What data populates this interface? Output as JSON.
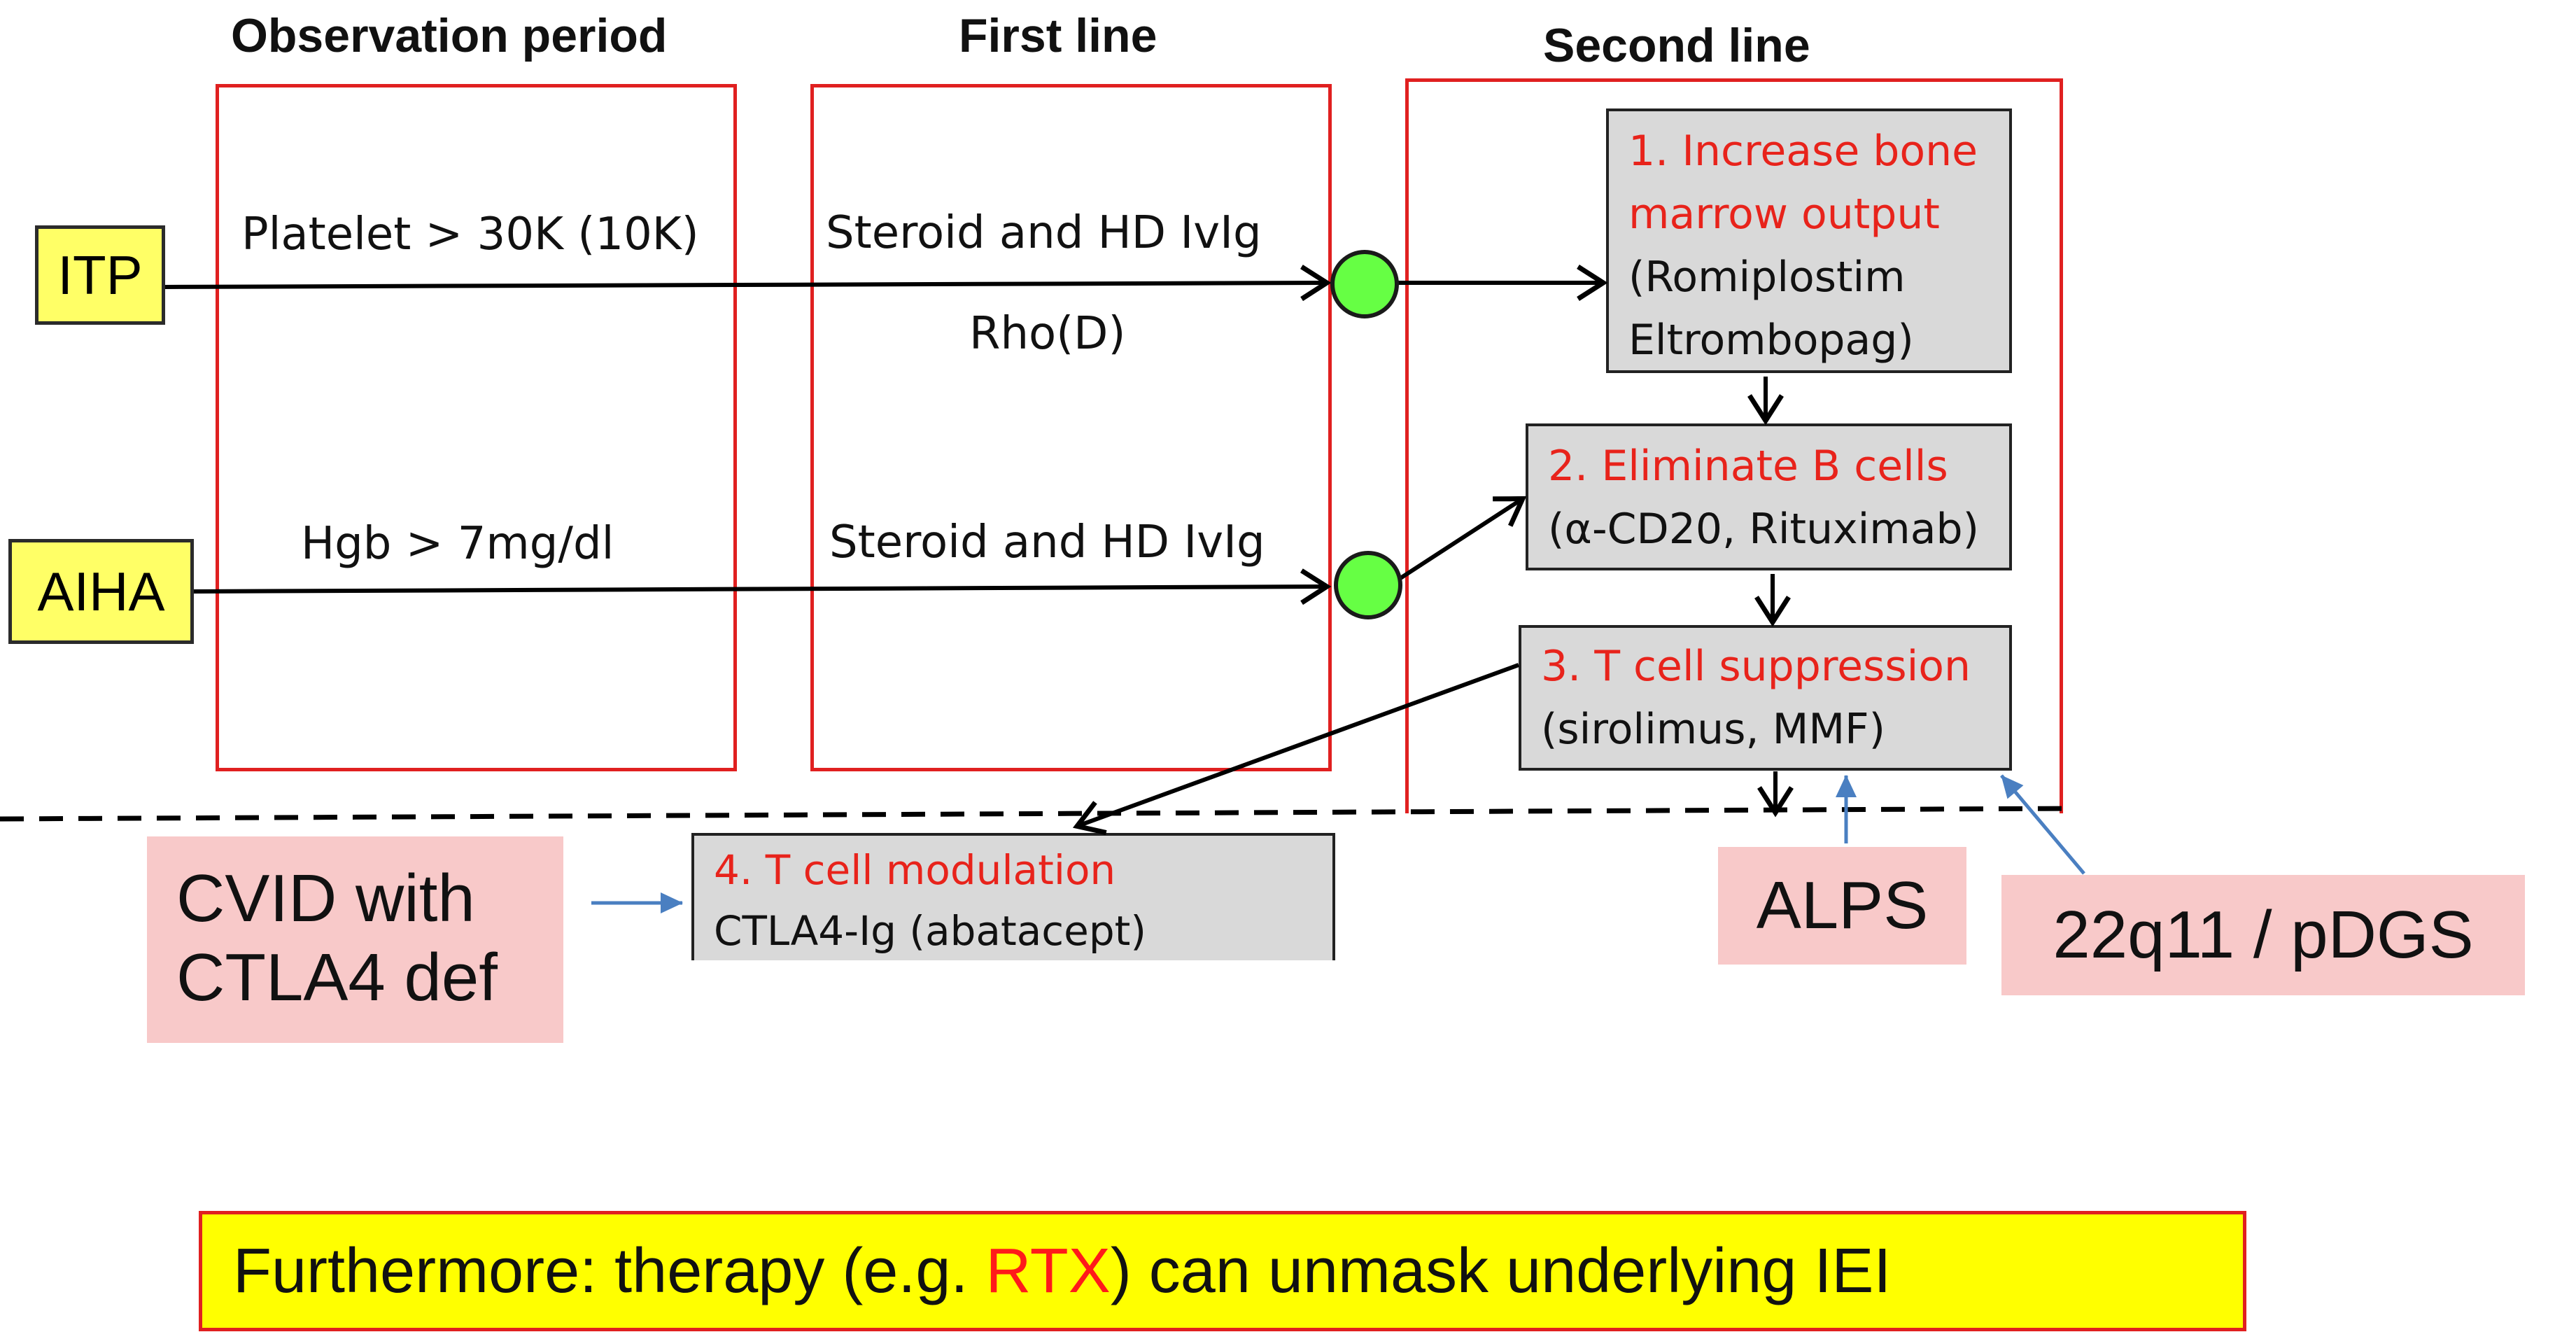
{
  "headers": {
    "observation": "Observation period",
    "first_line": "First line",
    "second_line": "Second line"
  },
  "inputs": {
    "itp": "ITP",
    "aiha": "AIHA"
  },
  "observation": {
    "itp_threshold": "Platelet > 30K (10K)",
    "aiha_threshold": "Hgb > 7mg/dl"
  },
  "first_line": {
    "itp_therapy": "Steroid and HD IvIg",
    "itp_therapy_alt": "Rho(D)",
    "aiha_therapy": "Steroid and HD IvIg"
  },
  "steps": [
    {
      "title_lines": [
        "1. Increase bone",
        "marrow output"
      ],
      "detail_lines": [
        "(Romiplostim",
        "Eltrombopag)"
      ]
    },
    {
      "title_lines": [
        "2. Eliminate B cells"
      ],
      "detail_lines": [
        "(α-CD20, Rituximab)"
      ]
    },
    {
      "title_lines": [
        "3. T cell suppression"
      ],
      "detail_lines": [
        "(sirolimus, MMF)"
      ]
    },
    {
      "title_lines": [
        "4. T cell modulation"
      ],
      "detail_lines": [
        "CTLA4-Ig (abatacept)"
      ]
    }
  ],
  "conditions": {
    "cvid_line1": "CVID with",
    "cvid_line2": "CTLA4 def",
    "alps": "ALPS",
    "dgs": "22q11 / pDGS"
  },
  "banner": {
    "prefix": "Furthermore: therapy (e.g. ",
    "highlight": "RTX",
    "suffix": ") can unmask underlying IEI"
  },
  "colors": {
    "frame_red": "#e02020",
    "title_red": "#e8231b",
    "node_green": "#66ff44",
    "arrow_blue": "#4a7fc1",
    "label_yellow": "#ffff66",
    "pink": "#f8c9c9"
  }
}
